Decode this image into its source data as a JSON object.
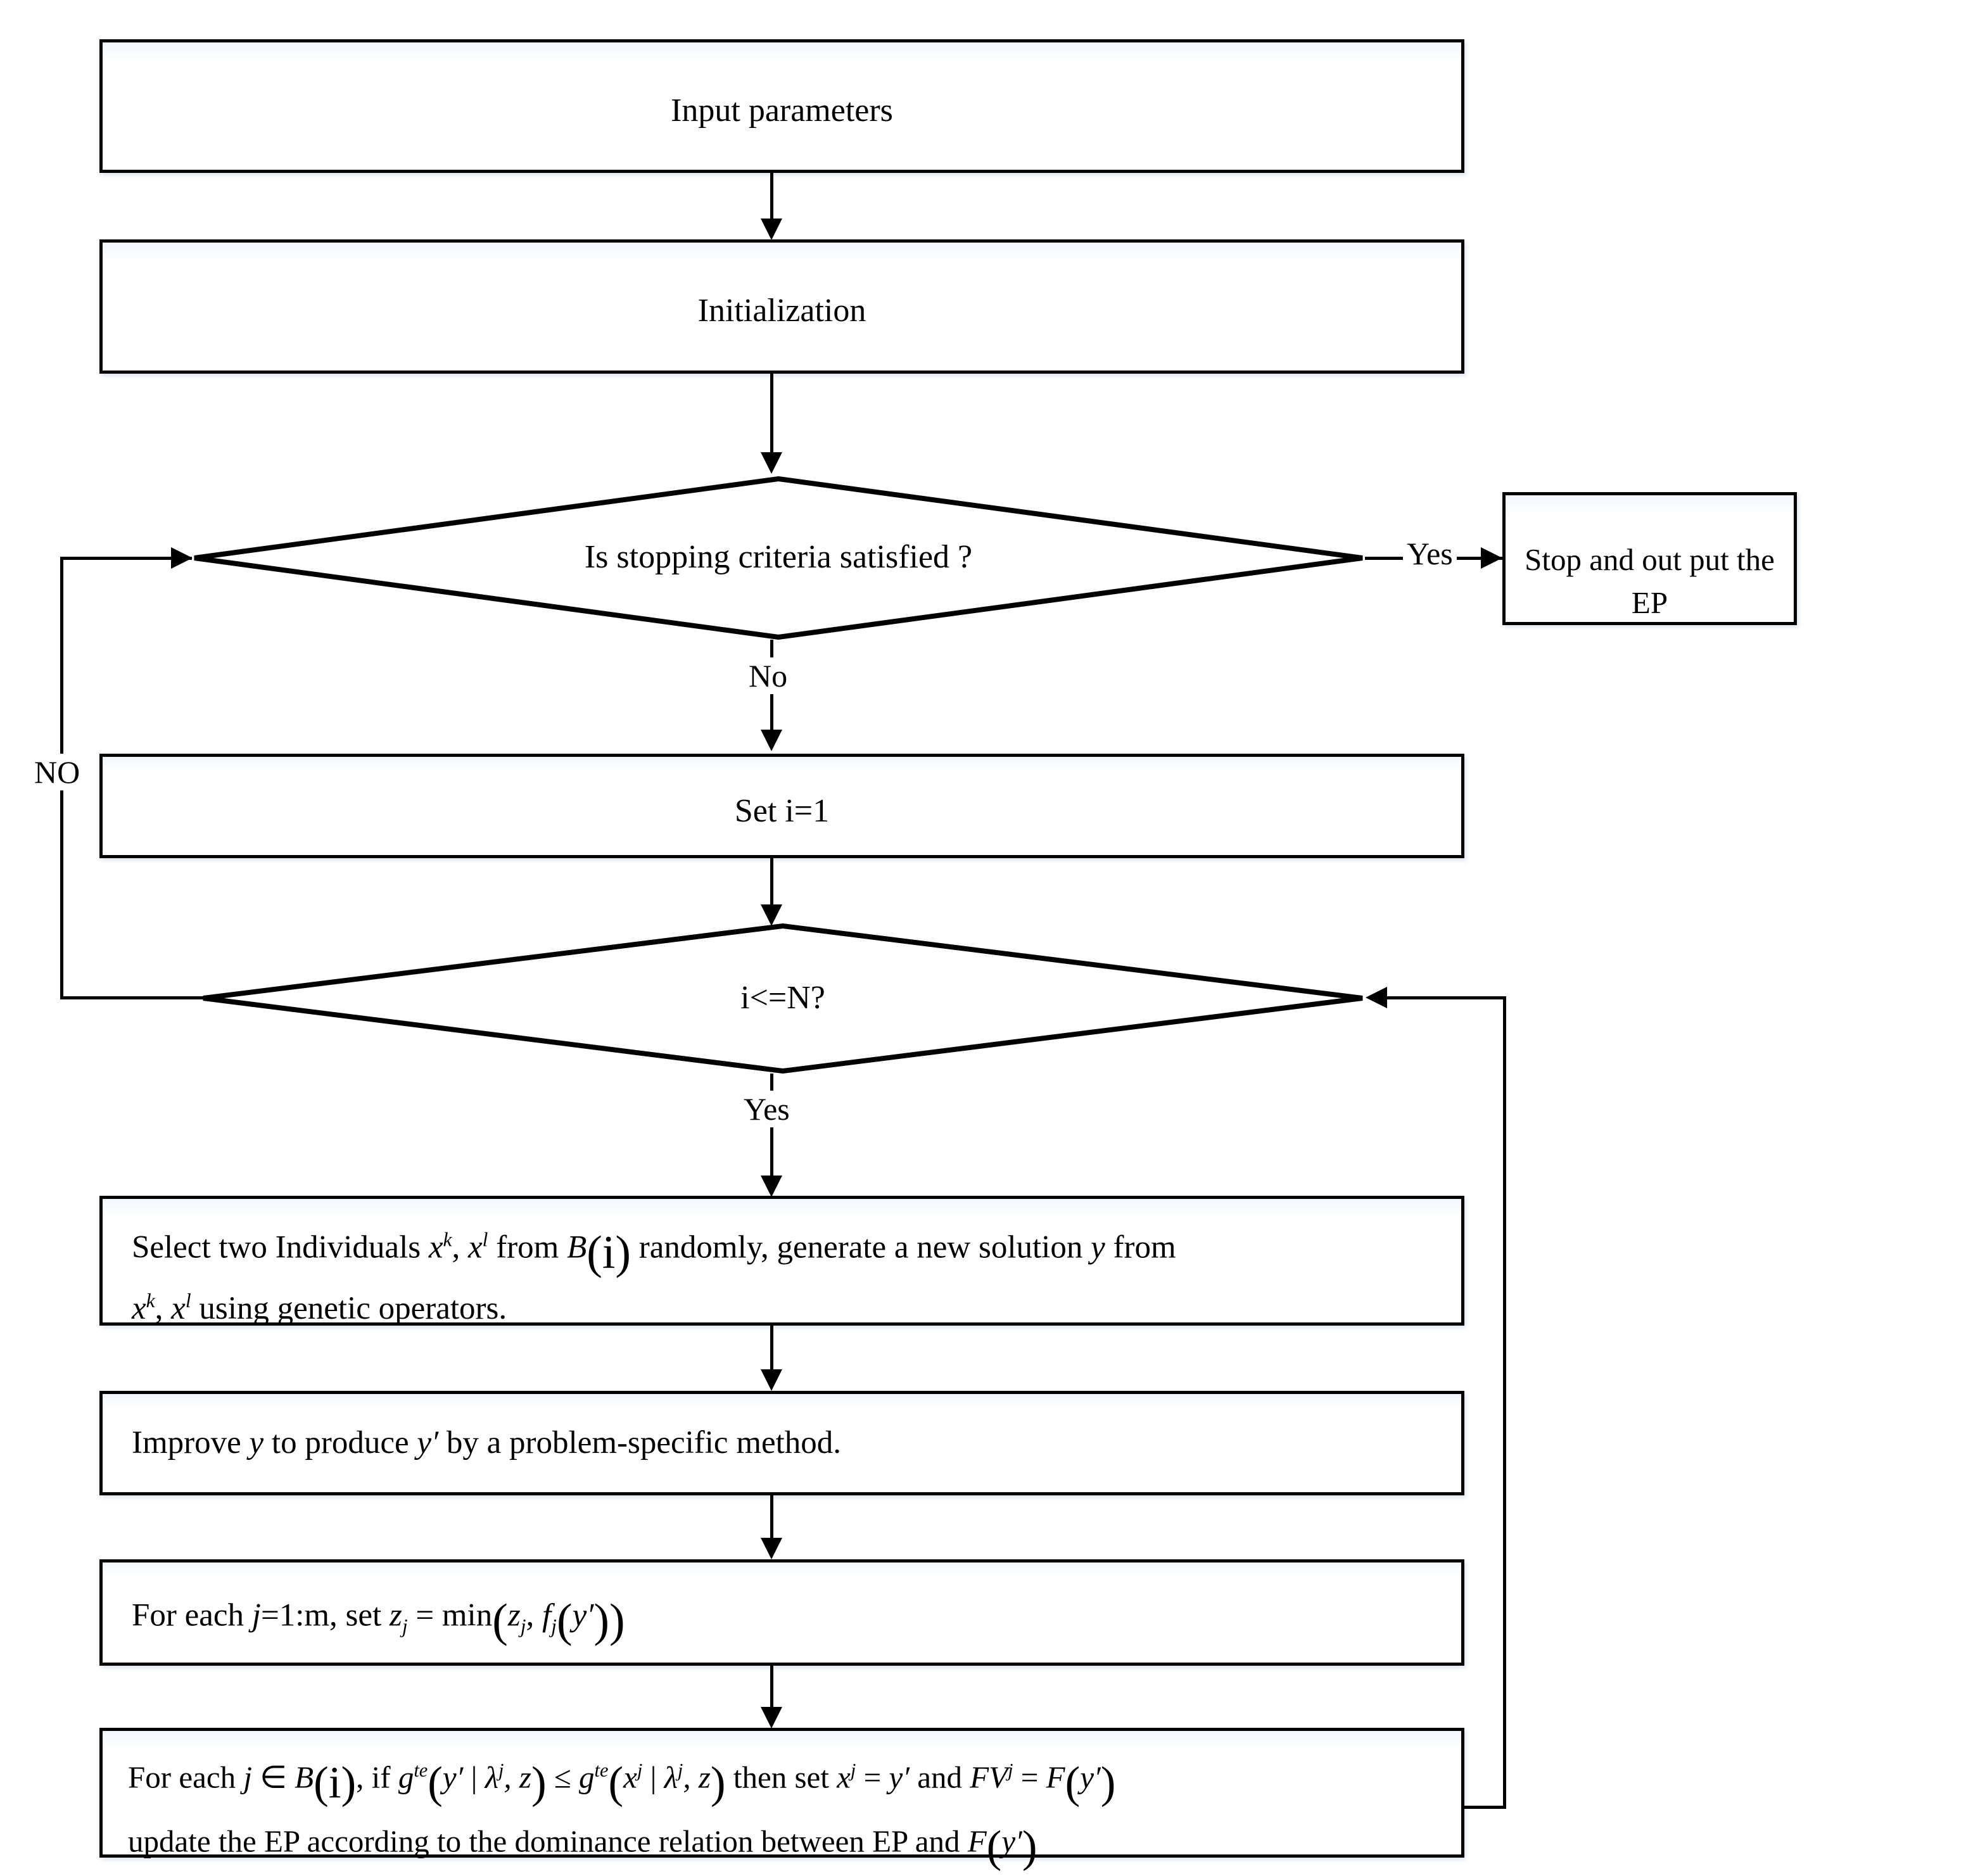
{
  "diagram": {
    "title": "MOEA/D algorithm flowchart",
    "type": "flowchart",
    "background_color": "#ffffff",
    "line_color": "#000000",
    "box_fill": "#ffffff"
  },
  "nodes": {
    "input_parameters": {
      "label": "Input parameters",
      "shape": "process"
    },
    "initialization": {
      "label": "Initialization",
      "shape": "process"
    },
    "stopping_criteria": {
      "label": "Is stopping criteria satisfied ?",
      "shape": "decision"
    },
    "stop_output_ep": {
      "label": "Stop and out put the EP",
      "shape": "process"
    },
    "set_i": {
      "label": "Set i=1",
      "shape": "process"
    },
    "i_le_n": {
      "label": "i<=N?",
      "shape": "decision"
    },
    "select_individuals": {
      "shape": "process",
      "line1_a": "Select two Individuals ",
      "line1_x1": "x",
      "line1_x1_sup": "k",
      "line1_sep": ",  ",
      "line1_x2": "x",
      "line1_x2_sup": "l",
      "line1_b": " from ",
      "line1_B": "B",
      "line1_B_arg": "(i)",
      "line1_c": " randomly, generate a new solution ",
      "line1_y": "y",
      "line1_d": " from",
      "line2_x1": "x",
      "line2_x1_sup": "k",
      "line2_sep": ",  ",
      "line2_x2": "x",
      "line2_x2_sup": "l",
      "line2_b": " using genetic operators.",
      "plain": "Select two Individuals x^k, x^l from B(i) randomly, generate a new solution y from x^k, x^l using genetic operators."
    },
    "improve_y": {
      "shape": "process",
      "a": "Improve ",
      "y": "y",
      "b": " to produce  ",
      "yprime": "y′",
      "c": " by a problem-specific method.",
      "plain": "Improve y to produce y′ by a problem-specific method."
    },
    "update_z": {
      "shape": "process",
      "a": "For each ",
      "j": "j",
      "b": "=1:m, set ",
      "z": "z",
      "z_sub": "j",
      "eq": " = ",
      "min": "min",
      "open": "(",
      "z2": "z",
      "z2_sub": "j",
      "comma": ", ",
      "f": "f",
      "f_sub": "j",
      "open2": "(",
      "yprime": "y′",
      "close2": ")",
      "close": ")",
      "plain": "For each j=1:m, set z_j = min(z_j, f_j(y′))"
    },
    "update_neighbors": {
      "shape": "process",
      "l1_a": "For each ",
      "l1_j": "j",
      "l1_in": " ∈ ",
      "l1_B": "B",
      "l1_Barg": "(i)",
      "l1_b": ", if ",
      "l1_g": "g",
      "l1_g_sup": "te",
      "l1_open": "(",
      "l1_yprime": "y′",
      "l1_bar": " | ",
      "l1_lambda": "λ",
      "l1_lambda_sup": "j",
      "l1_commaz": ", z",
      "l1_close": ")",
      "l1_le": " ≤ ",
      "l1_g2": "g",
      "l1_g2_sup": "te",
      "l1_open2": "(",
      "l1_x": "x",
      "l1_x_sup": "j",
      "l1_bar2": " | ",
      "l1_lambda2": "λ",
      "l1_lambda2_sup": "j",
      "l1_commaz2": ", z",
      "l1_close2": ")",
      "l1_then": " then set ",
      "l1_x2": "x",
      "l1_x2_sup": "j",
      "l1_eq": " = ",
      "l1_yprime2": "y′",
      "l1_and": " and ",
      "l1_FV": "FV",
      "l1_FV_sup": "j",
      "l1_eq2": " = ",
      "l1_F": "F",
      "l1_open3": "(",
      "l1_yprime3": "y′",
      "l1_close3": ")",
      "l2_a": "update the  EP according to the dominance relation between EP and  ",
      "l2_F": "F",
      "l2_open": "(",
      "l2_yprime": "y′",
      "l2_close": ")",
      "plain": "For each j ∈ B(i), if g^te(y′ | λ^j, z) ≤ g^te(x^j | λ^j, z) then set x^j = y′ and FV^j = F(y′) update the  EP according to the dominance relation between EP and F(y′)"
    }
  },
  "edge_labels": {
    "yes_to_stop": "Yes",
    "no_from_stopping": "No",
    "no_loop_left": "NO",
    "yes_from_i_le_n": "Yes"
  }
}
